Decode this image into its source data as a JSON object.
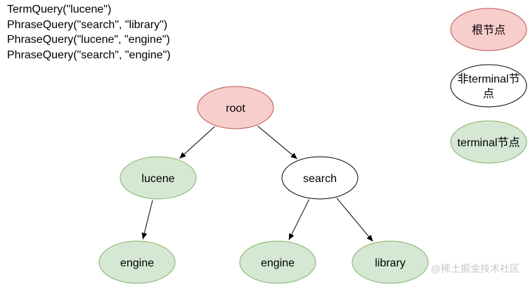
{
  "queries": [
    "TermQuery(\"lucene\")",
    "PhraseQuery(\"search\", \"library\")",
    "PhraseQuery(\"lucene\", \"engine\")",
    "PhraseQuery(\"search\", \"engine\")"
  ],
  "tree": {
    "nodes": [
      {
        "id": "root",
        "label": "root",
        "kind": "root"
      },
      {
        "id": "lucene",
        "label": "lucene",
        "kind": "terminal"
      },
      {
        "id": "search",
        "label": "search",
        "kind": "non-terminal"
      },
      {
        "id": "engine-1",
        "label": "engine",
        "kind": "terminal"
      },
      {
        "id": "engine-2",
        "label": "engine",
        "kind": "terminal"
      },
      {
        "id": "library",
        "label": "library",
        "kind": "terminal"
      }
    ],
    "edges": [
      {
        "from": "root",
        "to": "lucene"
      },
      {
        "from": "root",
        "to": "search"
      },
      {
        "from": "lucene",
        "to": "engine-1"
      },
      {
        "from": "search",
        "to": "engine-2"
      },
      {
        "from": "search",
        "to": "library"
      }
    ]
  },
  "legend": [
    {
      "kind": "root",
      "lines": [
        "根节点"
      ]
    },
    {
      "kind": "non-terminal",
      "lines": [
        "非terminal节",
        "点"
      ]
    },
    {
      "kind": "terminal",
      "lines": [
        "terminal节点"
      ]
    }
  ],
  "styles": {
    "root": {
      "fill": "#f8cecc",
      "stroke": "#b85450"
    },
    "terminal": {
      "fill": "#d5e8d4",
      "stroke": "#82b366"
    },
    "non-terminal": {
      "fill": "#ffffff",
      "stroke": "#000000"
    }
  },
  "watermark": "@稀土掘金技术社区"
}
